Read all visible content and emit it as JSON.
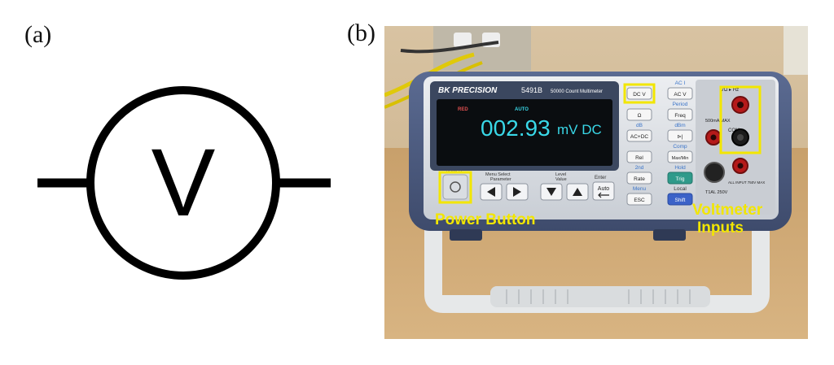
{
  "panel_a": {
    "label": "(a)",
    "symbol_letter": "V"
  },
  "panel_b": {
    "label": "(b)",
    "brand": "BK PRECISION",
    "model": "5491B",
    "model_desc": "50000 Count Multimeter",
    "display": {
      "reading": "002.93",
      "unit": "mV DC",
      "indicators": [
        "RED",
        "AUTO"
      ]
    },
    "panel_labels": {
      "power": "POWER",
      "menu": "Menu Select",
      "parameter": "Parameter",
      "level": "Level",
      "value": "Value",
      "enter": "Enter",
      "fuse": "T1AL 250V",
      "current_jack": "500mA MAX",
      "max_input": "ALL INPUT 750V MAX",
      "vohm": "VΩ ▸ Hz",
      "com": "COM"
    },
    "keys": {
      "dcv": "DC V",
      "acv": "AC V",
      "ohm": "Ω",
      "freq": "Freq",
      "acdc": "AC+DC",
      "diode": "⊳|",
      "rel": "Rel",
      "maxmin": "Max/Min",
      "rate": "Rate",
      "trig": "Trig",
      "esc": "ESC",
      "shift": "Shift",
      "auto": "Auto"
    },
    "key_sublabels": {
      "aci": "AC I",
      "period": "Period",
      "db": "dB",
      "dbm": "dBm",
      "comp": "Comp",
      "second": "2nd",
      "hold": "Hold",
      "local": "Local",
      "menu": "Menu"
    },
    "annotations": {
      "power_button": "Power Button",
      "voltmeter_inputs_line1": "Voltmeter",
      "voltmeter_inputs_line2": "Inputs"
    },
    "colors": {
      "annotation": "#f2e600",
      "body": "#4a5a7e",
      "display_text": "#39d8e8",
      "trig_key": "#2f9a8a",
      "shift_key": "#3b62c8"
    }
  }
}
